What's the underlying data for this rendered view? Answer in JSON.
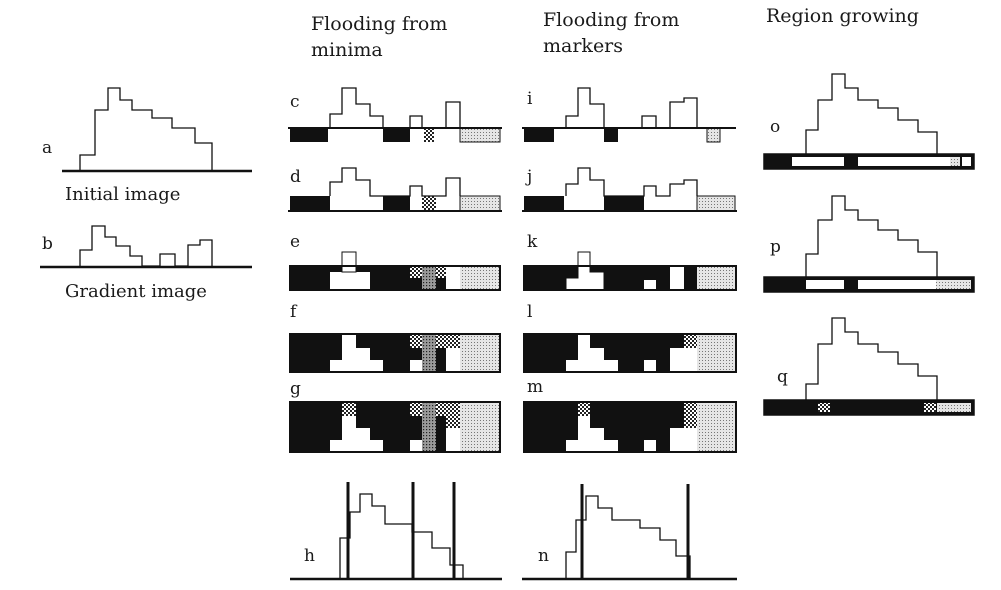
{
  "headers": {
    "minima_line1": "Flooding from",
    "minima_line2": "minima",
    "markers_line1": "Flooding from",
    "markers_line2": "markers",
    "region": "Region growing"
  },
  "captions": {
    "initial": "Initial image",
    "gradient": "Gradient image"
  },
  "panel_labels": {
    "a": "a",
    "b": "b",
    "c": "c",
    "d": "d",
    "e": "e",
    "f": "f",
    "g": "g",
    "h": "h",
    "i": "i",
    "j": "j",
    "k": "k",
    "l": "l",
    "m": "m",
    "n": "n",
    "o": "o",
    "p": "p",
    "q": "q"
  },
  "colors": {
    "ink": "#111111",
    "background": "#ffffff",
    "dotted_fill": "#d6d6d6",
    "dark_dotted_fill": "#8a8a8a"
  }
}
